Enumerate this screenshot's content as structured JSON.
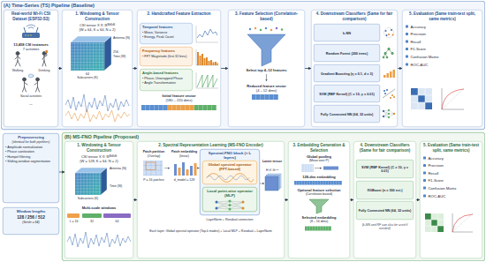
{
  "diagram": {
    "nodes": [
      {
        "text": [
          "(A) Time-Series (TS) Pipeline (Baseline)"
        ]
      },
      {
        "text": [
          "Real-world Wi-Fi CSI Dataset (ESP32-S3)"
        ],
        "in": 0
      },
      {
        "text": [
          "1. Windowing & Tensor Construction"
        ],
        "in": 0
      },
      {
        "text": [
          "2. Handcrafted Feature Extraction"
        ],
        "in": 0
      },
      {
        "text": [
          "Temporal features",
          "• Mean, Variance",
          "• Energy, Peak Count"
        ],
        "in": 3
      },
      {
        "text": [
          "Frequency features",
          "• FFT Magnitude (first 32 bins)"
        ],
        "in": 3
      },
      {
        "text": [
          "Angle-based features",
          "• Phase, Unwrapped Phase",
          "• Angle Transformation"
        ],
        "in": 3
      },
      {
        "text": [
          "3. Feature Selection (Correlation-based)"
        ],
        "in": 0
      },
      {
        "text": [
          "4. Downstream Classifiers (Same for fair comparison)"
        ],
        "in": 0
      },
      {
        "text": [
          "k-NN"
        ],
        "in": 8
      },
      {
        "text": [
          "Random Forest (200 trees)"
        ],
        "in": 8
      },
      {
        "text": [
          "Gradient Boosting (η = 0.1, d = 3)"
        ],
        "in": 8
      },
      {
        "text": [
          "SVM (RBF Kernel) (C = 10, γ = 0.01)"
        ],
        "in": 8
      },
      {
        "text": [
          "Fully Connected NN (64, 32 units)"
        ],
        "in": 8
      },
      {
        "text": [
          "5. Evaluation (Same train-test split, same metrics)",
          "Accuracy",
          "Precision",
          "Recall",
          "F1-Score",
          "Confusion Matrix",
          "ROC-AUC"
        ],
        "in": 0
      },
      {
        "text": [
          "Preprocessing",
          "(identical for both pipelines)",
          "• Amplitude normalization",
          "• Phase sanitization",
          "• Hampel filtering",
          "• Sliding-window segmentation"
        ]
      },
      {
        "text": [
          "Window lengths",
          "128 / 256 / 512",
          "(Stride = 64)"
        ]
      },
      {
        "text": [
          "(B) MS-FNO Pipeline (Proposed)"
        ]
      },
      {
        "text": [
          "1. Windowing & Tensor Construction"
        ],
        "in": 17
      },
      {
        "text": [
          "2. Spectral Representation Learning (MS-FNO Encoder)"
        ],
        "in": 17
      },
      {
        "text": [
          "Spectral-FNO block (× L layers)"
        ],
        "in": 19
      },
      {
        "text": [
          "Global spectral operator (FFT-based)"
        ],
        "in": 20
      },
      {
        "text": [
          "Local point-wise operator (MLP)"
        ],
        "in": 20
      },
      {
        "text": [
          "3. Embedding Generation & Selection"
        ],
        "in": 17
      },
      {
        "text": [
          "4. Downstream Classifiers (Same for fair comparison)"
        ],
        "in": 17
      },
      {
        "text": [
          "SVM (RBF Kernel) (C = 10, γ = 0.01)"
        ],
        "in": 24
      },
      {
        "text": [
          "XGBoost (n = 300 est.)"
        ],
        "in": 24
      },
      {
        "text": [
          "Fully Connected NN (64, 32 units)"
        ],
        "in": 24
      },
      {
        "text": [
          "5. Evaluation (Same train-test split, same metrics)",
          "Accuracy",
          "Precision",
          "Recall",
          "F1-Score",
          "Confusion Matrix",
          "ROC-AUC"
        ],
        "in": 17
      }
    ],
    "edges": [
      {
        "from": 1,
        "to": 2,
        "arrow": "to"
      },
      {
        "from": 2,
        "to": 3,
        "arrow": "to"
      },
      {
        "from": 3,
        "to": 7,
        "arrow": "to"
      },
      {
        "from": 7,
        "to": 8,
        "arrow": "to"
      },
      {
        "from": 8,
        "to": 14,
        "arrow": "to"
      },
      {
        "from": 15,
        "to": 18,
        "arrow": "to"
      },
      {
        "from": 18,
        "to": 19,
        "arrow": "to"
      },
      {
        "from": 19,
        "to": 23,
        "arrow": "to"
      },
      {
        "from": 23,
        "to": 24,
        "arrow": "to"
      },
      {
        "from": 24,
        "to": 28,
        "arrow": "to"
      }
    ],
    "labels": [
      "13,458 CSI instances",
      "7 activities",
      "Walking",
      "Drinking",
      "Social activities",
      "...",
      "CSI tensor X ∈ ℝᵂˣᴷˣᴺ",
      "(W = 64, K = 64, N = 2)",
      "Antenna (N)",
      "256",
      "Time (W)",
      "64",
      "Subcarriers (K)",
      "Initial feature vector",
      "(180 – 220 dims)",
      "Select top 4–12 features",
      "Reduced feature vector",
      "(4 – 12 dims)",
      "CSI tensor X ∈ ℝᵂˣᴷˣᴺ",
      "(W = 128, K = 64, N = 2)",
      "Antenna (N)",
      "Time (W)",
      "Subcarriers (K)",
      "Multi-scale windows",
      "L = 16",
      "32",
      "64",
      "Patch partition",
      "(Overlap)",
      "P = 16 patches",
      "Patch embedding",
      "(linear)",
      "d_model = 128",
      "Latent tensor",
      "H ∈ ℝᴾˣᵈ",
      "LayerNorm + Residual connection",
      "Each layer: Global spectral operator (Top-k modes) + Local MLP + Residual + LayerNorm",
      "Global pooling",
      "(Mean over P)",
      "128-dim embedding",
      "Optional feature selection",
      "(Correlation-based)",
      "Selected embedding",
      "(8 – 16 dims)",
      "(k-NN and RF can also be used if needed)"
    ]
  }
}
